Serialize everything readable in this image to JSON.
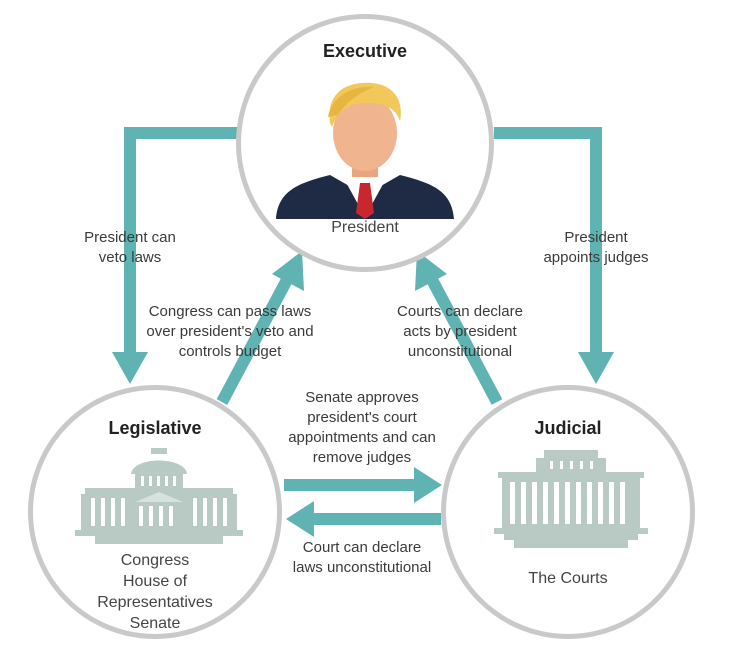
{
  "colors": {
    "arrow": "#5fb3b3",
    "circle_border": "#c9c9c9",
    "building": "#b9c9c4"
  },
  "executive": {
    "title": "Executive",
    "subtitle": "President",
    "icon": "president-portrait-icon"
  },
  "legislative": {
    "title": "Legislative",
    "subtitle": "Congress\nHouse of\nRepresentatives\nSenate",
    "icon": "capitol-building-icon"
  },
  "judicial": {
    "title": "Judicial",
    "subtitle": "The Courts",
    "icon": "courthouse-icon"
  },
  "labels": {
    "veto": "President can\nveto laws",
    "appoints": "President\nappoints judges",
    "override": "Congress can pass laws\nover president's veto and\ncontrols budget",
    "courts_president": "Courts can declare\nacts by president\nunconstitutional",
    "senate": "Senate approves\npresident's court\nappointments and can\nremove judges",
    "court_laws": "Court can declare\nlaws unconstitutional"
  }
}
